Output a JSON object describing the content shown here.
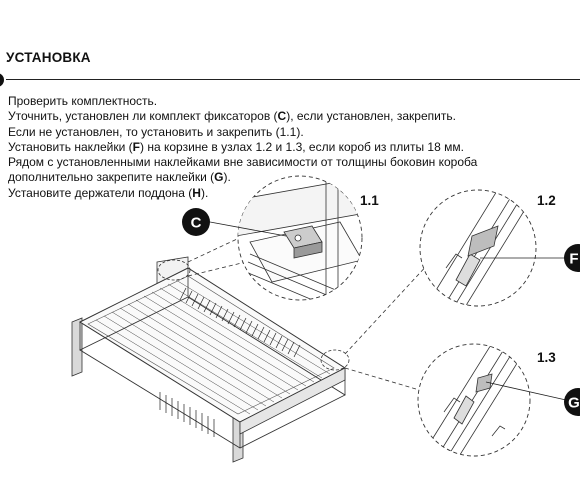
{
  "section": {
    "title": "УСТАНОВКА"
  },
  "instructions": [
    {
      "id": "check",
      "parts": [
        {
          "t": "Проверить комплектность."
        }
      ]
    },
    {
      "id": "clamps",
      "parts": [
        {
          "t": "Уточнить, установлен ли комплект фиксаторов ("
        },
        {
          "t": "C",
          "b": true
        },
        {
          "t": "), если установлен, закрепить."
        }
      ]
    },
    {
      "id": "clamps-missing",
      "parts": [
        {
          "t": "Если не установлен, то установить и закрепить (1.1)."
        }
      ]
    },
    {
      "id": "stickers-f",
      "parts": [
        {
          "t": "Установить наклейки ("
        },
        {
          "t": "F",
          "b": true
        },
        {
          "t": ") на корзине в узлах 1.2 и 1.3, если короб из плиты 18 мм."
        }
      ]
    },
    {
      "id": "stickers-g-1",
      "parts": [
        {
          "t": "Рядом с установленными наклейками вне зависимости от толщины боковин короба"
        }
      ]
    },
    {
      "id": "stickers-g-2",
      "parts": [
        {
          "t": "дополнительно закрепите наклейки ("
        },
        {
          "t": "G",
          "b": true
        },
        {
          "t": ")."
        }
      ]
    },
    {
      "id": "holders",
      "parts": [
        {
          "t": "Установите держатели поддона ("
        },
        {
          "t": "H",
          "b": true
        },
        {
          "t": ")."
        }
      ]
    }
  ],
  "details": {
    "d11": {
      "label": "1.1"
    },
    "d12": {
      "label": "1.2"
    },
    "d13": {
      "label": "1.3"
    }
  },
  "callouts": {
    "c": {
      "letter": "C"
    },
    "f": {
      "letter": "F"
    },
    "g": {
      "letter": "G"
    }
  }
}
